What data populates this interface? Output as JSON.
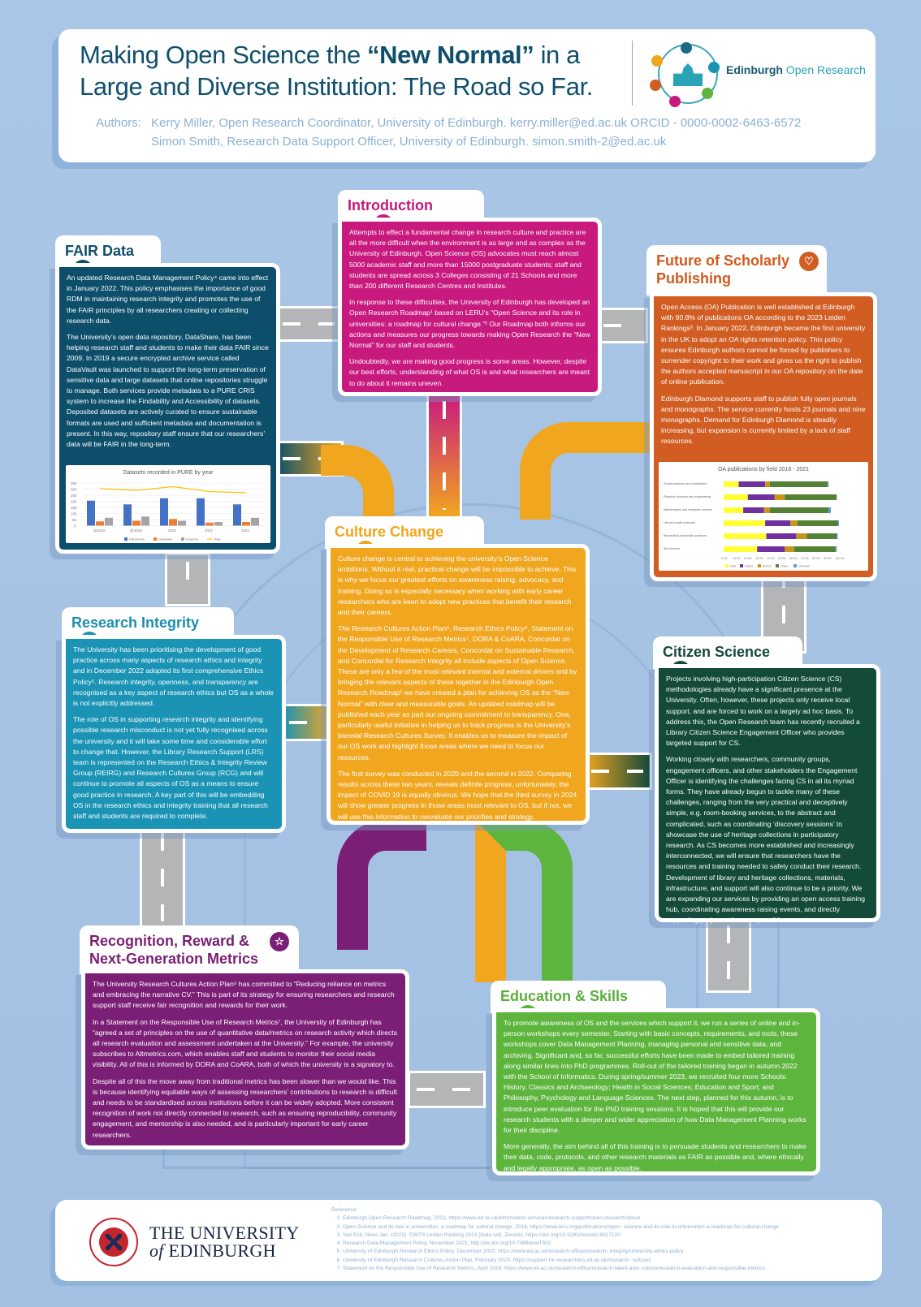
{
  "header": {
    "title_part1": "Making Open Science the ",
    "title_bold": "“New Normal”",
    "title_part2": " in a Large and Diverse Institution: The Road so Far.",
    "logo_text_bold": "Edinburgh",
    "logo_text_rest": " Open Research",
    "authors_label": "Authors:",
    "author1": "Kerry Miller, Open Research Coordinator, University of Edinburgh.  kerry.miller@ed.ac.uk  ORCID - 0000-0002-6463-6572",
    "author2": "Simon Smith, Research Data Support Officer, University of Edinburgh.  simon.smith-2@ed.ac.uk"
  },
  "colors": {
    "fair": "#0d4f6a",
    "intro": "#c8197e",
    "future": "#d15d22",
    "integrity": "#1a93b5",
    "culture": "#f1a620",
    "citizen": "#134a39",
    "recognition": "#7b1f76",
    "education": "#5db53d",
    "background": "#a9c6e6",
    "road": "#b3b5b7"
  },
  "sections": {
    "fair": {
      "title": "FAIR Data",
      "icon": "dna-icon",
      "paragraphs": [
        "An updated Research Data Management Policy⁴ came into effect in January 2022. This policy emphasises the importance of good RDM in maintaining research integrity and promotes the use of the FAIR principles by all researchers creating or collecting research data.",
        "The University’s open data repository, DataShare, has been helping research staff and students to make their data FAIR since 2009. In 2019 a secure encrypted archive service called DataVault was launched to support the long-term preservation of sensitive data and large datasets that online repositories struggle to manage. Both services provide metadata to a PURE CRIS system to increase the Findability and Accessibility of datasets. Deposited datasets are actively curated to ensure sustainable formats are used and sufficient metadata and documentation is present. In this way, repository staff ensure that our researchers’ data will be FAIR in the long-term."
      ]
    },
    "intro": {
      "title": "Introduction",
      "icon": "microscope-icon",
      "paragraphs": [
        "Attempts to effect a fundamental change in research culture and practice are all the more difficult when the environment is as large and as complex as the University of Edinburgh. Open Science (OS) advocates must reach almost 5000 academic staff and more than 15000 postgraduate students; staff and students are spread across 3 Colleges consisting of 21 Schools and more than 200 different Research Centres and Institutes.",
        "In response to these difficulties, the University of Edinburgh has developed an Open Research Roadmap¹ based on LERU’s “Open Science and its role in universities: a roadmap for cultural change.”² Our Roadmap both informs our actions and measures our progress towards making Open Research the “New Normal” for our staff and students.",
        "Undoubtedly, we are making good progress is some areas. However, despite our best efforts, understanding of what OS is and what researchers are meant to do about it remains uneven."
      ]
    },
    "future": {
      "title": "Future of Scholarly Publishing",
      "icon": "stethoscope-icon",
      "paragraphs": [
        "Open Access (OA) Publication is well established at Edinburgh with 90.8% of publications OA according to the 2023 Leiden Rankings³. In January 2022, Edinburgh became the first university in the UK to adopt an OA rights retention policy. This policy ensures Edinburgh authors cannot be forced by publishers to surrender copyright to their work and gives us the right to publish the authors accepted manuscript in our OA repository on the date of online publication.",
        "Edinburgh Diamond supports staff to publish fully open journals and monographs. The service currently hosts 23 journals and nine monographs. Demand for Edinburgh Diamond is steadily increasing, but expansion is currently limited by a lack of staff resources."
      ]
    },
    "integrity": {
      "title": "Research Integrity",
      "icon": "atom-icon",
      "paragraphs": [
        "The University has been prioritising the development of good practice across many aspects of research ethics and integrity and in December 2022 adopted its first comprehensive Ethics Policy⁵. Research integrity, openness, and transparency are recognised as a key aspect of research ethics but OS as a whole is not explicitly addressed.",
        "The role of OS in supporting research integrity and identifying possible research misconduct is not yet fully recognised across the university and it will take some time and considerable effort to change that. However, the Library Research Support (LRS) team is represented on the Research Ethics & Integrity Review Group (REIRG) and Research Cultures Group (RCG) and will continue to promote all aspects of OS as a means to ensure good practice in research. A key part of this will be embedding OS in the research ethics and integrity training that all research staff and students are required to complete."
      ]
    },
    "culture": {
      "title": "Culture Change",
      "icon": "palette-icon",
      "paragraphs": [
        "Culture change is central to achieving the university’s Open Science ambitions. Without it real, practical change will be impossible to achieve. This is why we focus our greatest efforts on awareness raising, advocacy, and training. Doing so is especially necessary when working with early career researchers who are keen to adopt new practices that benefit their research and their careers.",
        "The Research Cultures Action Plan⁶, Research Ethics Policy⁵, Statement on the Responsible Use of Research Metrics⁷, DORA & CoARA, Concordat on the Development of Research Careers, Concordat on Sustainable Research, and Concordat for Research Integrity all include aspects of Open Science. These are only a few of the most relevant internal and external drivers and by bringing the relevant aspects of these together in the Edinburgh Open Research Roadmap¹ we have created a plan for achieving OS as the “New Normal” with clear and measurable goals. An updated roadmap will be published each year as part our ongoing commitment to transparency. One, particularly useful initiative in helping us to track progress is the University’s biennial Research Cultures Survey. It enables us to measure the impact of our OS work and highlight those areas where we need to focus our resources.",
        "The first survey was conducted in 2020 and the second in 2022. Comparing results across these two years, reveals definite progress, unfortunately, the impact of COVID 19 is equally obvious. We hope that the third survey in 2024 will show greater progress in those areas most relevant to OS, but if not, we will use this information to reevaluate our priorities and strategy."
      ]
    },
    "citizen": {
      "title": "Citizen Science",
      "icon": "person-icon",
      "paragraphs": [
        "Projects involving high-participation Citizen Science (CS) methodologies already have a significant presence at the University.  Often, however, these projects only receive local support, and are forced to work on a largely ad hoc basis. To address this, the Open Research team has recently recruited a Library Citizen Science Engagement Officer who provides targeted support for CS.",
        "Working closely with researchers, community groups, engagement officers, and other stakeholders the Engagement Officer is identifying the challenges facing CS in all its myriad forms. They have already begun to tackle many of these challenges, ranging from the very practical and deceptively simple, e.g. room-booking services, to the abstract and complicated, such as coordinating ‘discovery sessions’ to showcase the use of heritage collections in participatory research. As CS becomes more established and increasingly interconnected, we will ensure that researchers have the resources and training needed to safely conduct their research. Development of library and heritage collections, materials, infrastructure, and support will also continue to be a priority. We are expanding our services by providing an open access training hub, coordinating awareness raising events, and directly supporting projects wherever possible."
      ]
    },
    "recognition": {
      "title": "Recognition, Reward & Next-Generation Metrics",
      "icon": "star-badge-icon",
      "paragraphs": [
        "The University Research Cultures Action Plan⁶ has committed to “Reducing reliance on metrics and embracing the narrative CV.” This is part of its strategy for ensuring researchers and research support staff receive fair recognition and rewards for their work.",
        "In a Statement on the Responsible Use of Research Metrics⁷, the University of Edinburgh has “agreed  a set of principles on the use of quantitative data/metrics on research activity which directs all  research evaluation and assessment undertaken at the University.” For example, the university subscribes to Altmetrics.com, which enables staff and students to monitor their social media visibility. All of this is informed by DORA and CoARA, both of which the university is a signatory to.",
        "Despite all of this the move away from traditional metrics has been slower than we would like. This is because identifying equitable ways of assessing researchers’ contributions to research is difficult and needs to be standardised across institutions before it can be widely adopted. More consistent recognition of work not directly connected to research, such as ensuring reproducibility, community engagement, and mentorship is also needed, and is particularly important for early career researchers."
      ]
    },
    "education": {
      "title": "Education & Skills",
      "icon": "sprout-icon",
      "paragraphs": [
        "To promote awareness of OS and the services which support it, we run a series of online and in-person workshops every semester. Starting with basic concepts, requirements, and tools, these workshops cover Data Management Planning, managing personal and sensitive data, and archiving. Significant and, so far, successful efforts have been made to embed tailored training along similar lines into PhD programmes. Roll-out of the tailored training began in autumn 2022 with the School of Informatics. During spring/summer 2023, we recruited four more Schools: History, Classics and Archaeology; Health in Social Sciences; Education and Sport; and Philosophy, Psychology and Language Sciences. The next step, planned for this autumn, is to introduce peer evaluation for the PhD training sessions. It is hoped that this will provide our research students with a deeper and wider appreciation of how Data Management Planning works for their discipline.",
        "More generally, the aim behind all of this training is to persuade students and researchers to make their data, code, protocols, and other research materials as FAIR as possible and, where ethically and legally appropriate, as open as possible."
      ]
    }
  },
  "chart_data": [
    {
      "type": "bar",
      "title": "Datasets recorded in PURE by year",
      "categories": [
        "@2018",
        "@2019",
        "2020",
        "2021",
        "2022"
      ],
      "series": [
        {
          "name": "DataShare",
          "type": "bar",
          "color": "#4472c4",
          "values": [
            205,
            175,
            225,
            225,
            175
          ]
        },
        {
          "name": "DataVault",
          "type": "bar",
          "color": "#ed7d31",
          "values": [
            35,
            40,
            55,
            25,
            30
          ]
        },
        {
          "name": "External",
          "type": "bar",
          "color": "#a5a5a5",
          "values": [
            65,
            75,
            40,
            30,
            65
          ]
        },
        {
          "name": "Total",
          "type": "line",
          "color": "#ffc000",
          "values": [
            305,
            290,
            320,
            280,
            270
          ]
        }
      ],
      "ylim": [
        0,
        350
      ],
      "yticks": [
        0,
        50,
        100,
        150,
        200,
        250,
        300,
        350
      ],
      "legend_position": "bottom"
    },
    {
      "type": "bar",
      "orientation": "horizontal-stacked",
      "title": "OA publications by field 2018 - 2021",
      "categories": [
        "Social sciences and humanities",
        "Physical sciences and engineering",
        "Mathematics and computer science",
        "Life and earth sciences",
        "Biomedical and health sciences",
        "All sciences"
      ],
      "series": [
        {
          "name": "Gold",
          "color": "#ffff33",
          "values": [
            13,
            21,
            17,
            36,
            37,
            29
          ]
        },
        {
          "name": "Hybrid",
          "color": "#7030a0",
          "values": [
            23,
            23,
            18,
            22,
            26,
            24
          ]
        },
        {
          "name": "Bronze",
          "color": "#c9961a",
          "values": [
            4,
            9,
            5,
            6,
            9,
            8
          ]
        },
        {
          "name": "Green",
          "color": "#548235",
          "values": [
            50,
            45,
            51,
            35,
            26,
            36
          ]
        },
        {
          "name": "Unknown",
          "color": "#5b9bd5",
          "values": [
            1,
            0,
            2,
            1,
            1,
            1
          ]
        }
      ],
      "xlim": [
        0,
        100
      ],
      "xticks": [
        "0.0%",
        "10.0%",
        "20.0%",
        "30.0%",
        "40.0%",
        "50.0%",
        "60.0%",
        "70.0%",
        "80.0%",
        "90.0%",
        "100.0%"
      ],
      "legend_position": "bottom"
    }
  ],
  "footer": {
    "uni_line1": "THE UNIVERSITY",
    "uni_of": "of",
    "uni_line2": " EDINBURGH",
    "ref_label": "Reference:",
    "references": [
      "Edinburgh Open Research Roadmap, 2023, https://www.ed.ac.uk/information-services/research-support/open-research/about",
      "Open Science and its role in universities: a roadmap for cultural change, 2018, https://www.leru.org/publications/open- science-and-its-role-in-universities-a-roadmap-for-cultural-change",
      "Van Eck, Nees Jan. (2023). CWTS Leiden Ranking 2023 [Data set]. Zenodo. https://doi.org/10.5281/zenodo.8027120",
      "Research Data Management Policy, November 2021, http://dx.doi.org/10.7488/era/1502",
      "University of Edinburgh Research Ethics Policy, December 2022, https://www.ed.ac.uk/research-office/research- integrity/university-ethics-policy",
      "University of Edinburgh Research Cultures Action Plan, February 2023, https://support-for-researchers.ed.ac.uk/research- cultures",
      "Statement on the Responsible Use of Research Metrics, April 2019, https://www.ed.ac.uk/research-office/research-talent-and- culture/research-evaluation-and-responsible-metrics"
    ]
  }
}
